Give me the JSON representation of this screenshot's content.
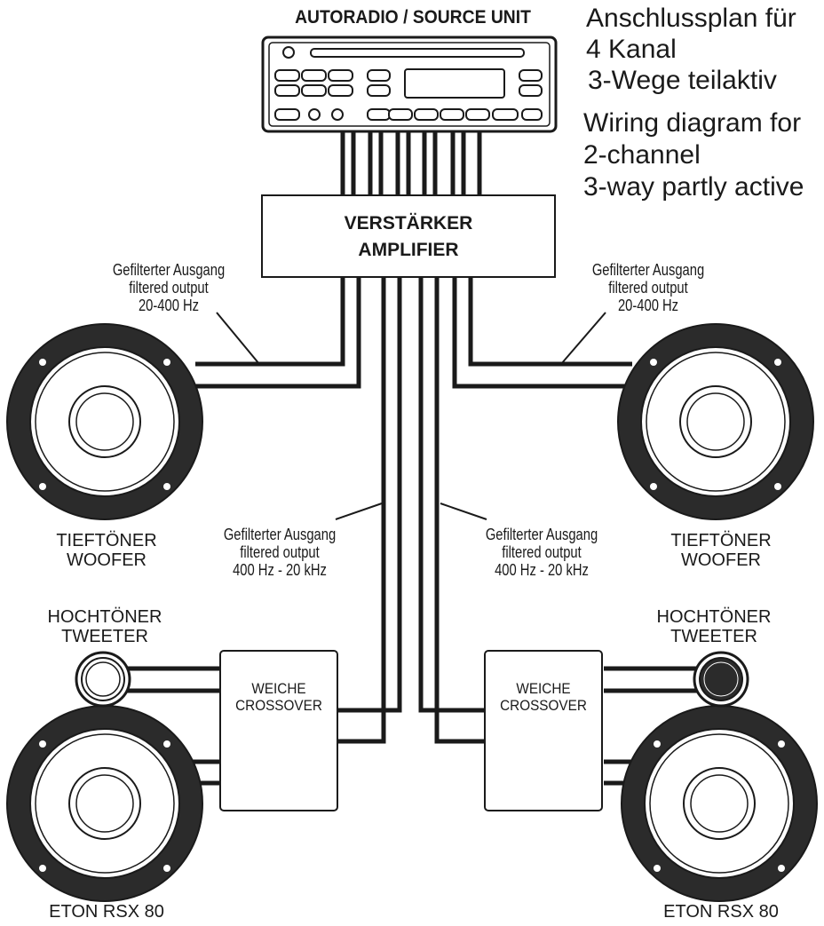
{
  "colors": {
    "line": "#1a1a1a",
    "fill_light": "#ffffff",
    "speaker_dark": "#2b2b2b"
  },
  "source_unit": {
    "label": "AUTORADIO / SOURCE UNIT"
  },
  "titles": {
    "de": [
      "Anschlussplan für",
      "4 Kanal",
      "3-Wege teilaktiv"
    ],
    "en": [
      "Wiring diagram for",
      "2-channel",
      "3-way partly active"
    ]
  },
  "amplifier": {
    "line1": "VERSTÄRKER",
    "line2": "AMPLIFIER"
  },
  "woofer_output": {
    "line1": "Gefilterter Ausgang",
    "line2": "filtered output",
    "line3": "20-400 Hz"
  },
  "highpass_output": {
    "line1": "Gefilterter Ausgang",
    "line2": "filtered output",
    "line3": "400 Hz - 20 kHz"
  },
  "woofer": {
    "line1": "TIEFTÖNER",
    "line2": "WOOFER"
  },
  "tweeter": {
    "line1": "HOCHTÖNER",
    "line2": "TWEETER"
  },
  "crossover": {
    "line1": "WEICHE",
    "line2": "CROSSOVER"
  },
  "model": {
    "label": "ETON  RSX 80"
  }
}
